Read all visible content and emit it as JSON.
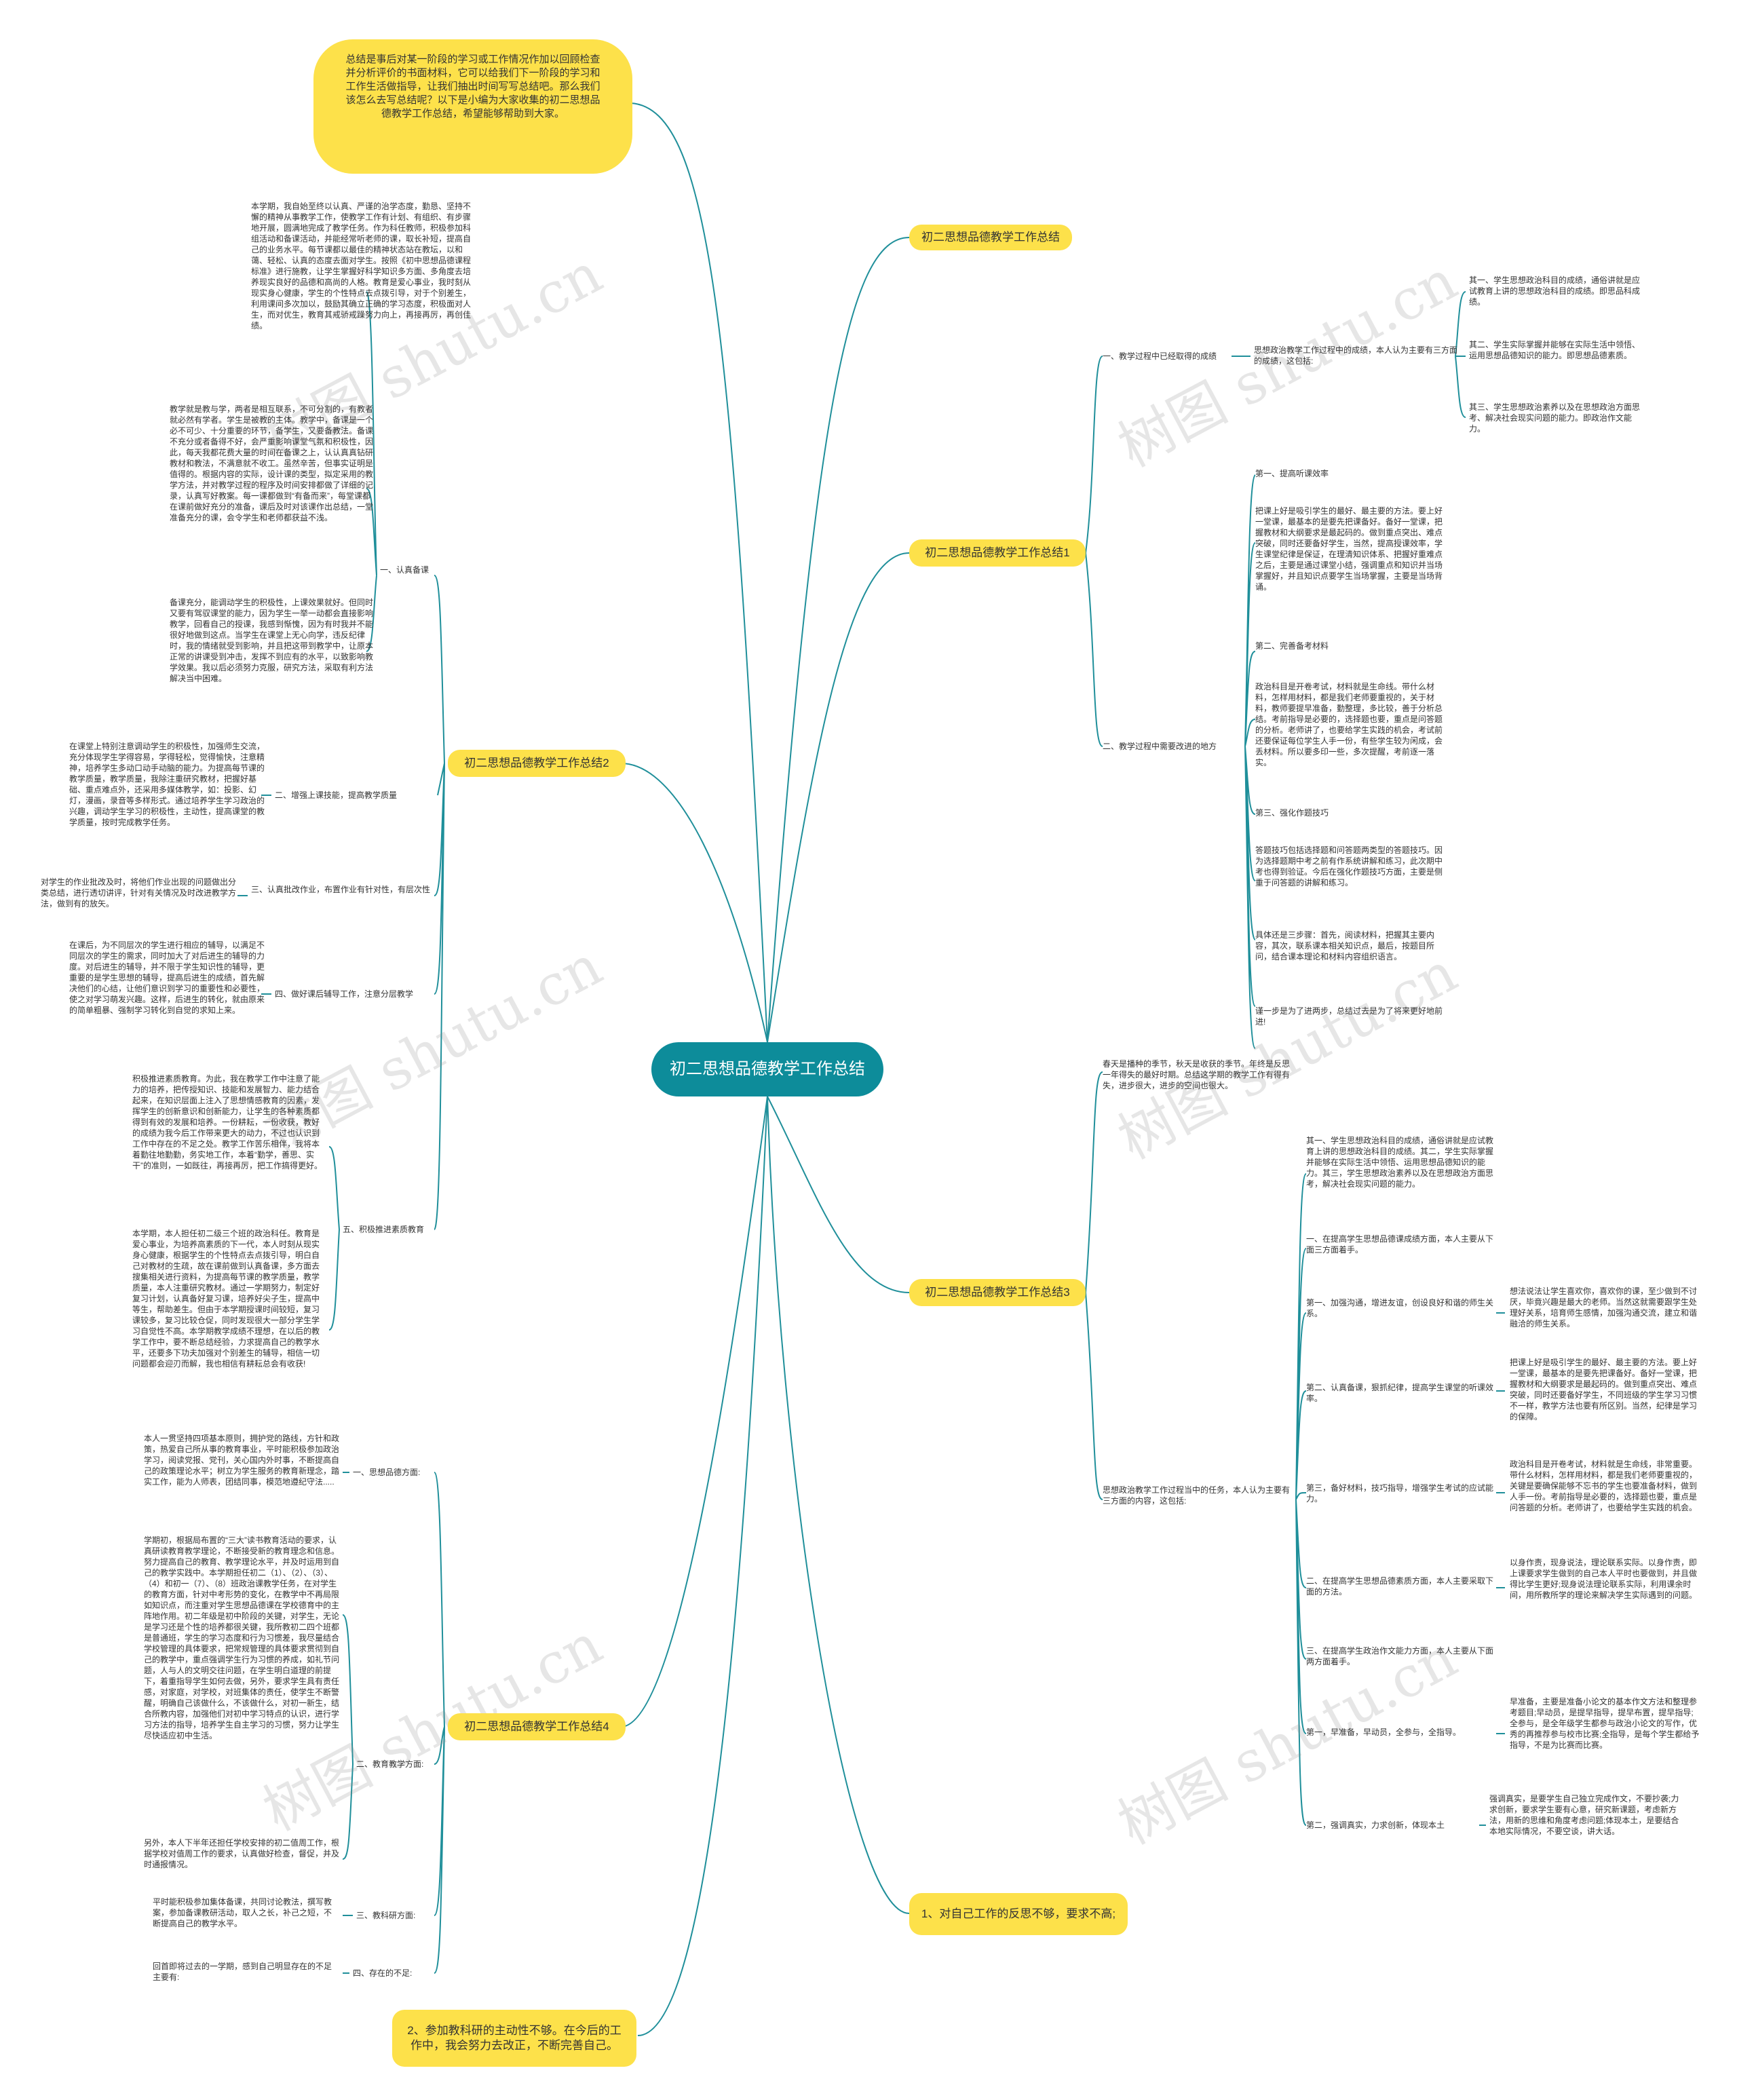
{
  "root": "初二思想品德教学工作总结",
  "intro": "总结是事后对某一阶段的学习或工作情况作加以回顾检查并分析评价的书面材料，它可以给我们下一阶段的学习和工作生活做指导，让我们抽出时间写写总结吧。那么我们该怎么去写总结呢？以下是小编为大家收集的初二思想品德教学工作总结，希望能够帮助到大家。",
  "watermark": "树图 shutu.cn",
  "branches": {
    "b0": "初二思想品德教学工作总结",
    "b1": "初二思想品德教学工作总结1",
    "b2": "初二思想品德教学工作总结2",
    "b3": "初二思想品德教学工作总结3",
    "b4": "初二思想品德教学工作总结4",
    "b5": "1、对自己工作的反思不够，要求不高;",
    "b6": "2、参加教科研的主动性不够。在今后的工作中，我会努力去改正，不断完善自己。"
  },
  "b1": {
    "s1": "一、教学过程中已经取得的成绩",
    "s1_text": "思想政治教学工作过程中的成绩，本人认为主要有三方面的成绩，这包括:",
    "s1_leaf1": "其一、学生思想政治科目的成绩，通俗讲就是应试教育上讲的思想政治科目的成绩。即思品科成绩。",
    "s1_leaf2": "其二、学生实际掌握并能够在实际生活中领悟、运用思想品德知识的能力。即思想品德素质。",
    "s1_leaf3": "其三、学生思想政治素养以及在思想政治方面思考、解决社会现实问题的能力。即政治作文能力。",
    "s2": "二、教学过程中需要改进的地方",
    "s2_i1": "第一、提高听课效率",
    "s2_i2": "把课上好是吸引学生的最好、最主要的方法。要上好一堂课，最基本的是要先把课备好。备好一堂课，把握教材和大纲要求是最起码的。做到重点突出、难点突破，同时还要备好学生，当然，提高授课效率，学生课堂纪律是保证，在理清知识体系、把握好重难点之后，主要是通过课堂小结，强调重点和知识并当场掌握好，并且知识点要学生当场掌握，主要是当场背诵。",
    "s2_i3": "第二、完善备考材料",
    "s2_i4": "政治科目是开卷考试，材料就是生命线。带什么材料，怎样用材料，都是我们老师要重视的，关于材料，教师要提早准备，勤整理，多比较，善于分析总结。考前指导是必要的，选择题也要，重点是问答题的分析。老师讲了，也要给学生实践的机会，考试前还要保证每位学生人手一份，有些学生较为闲成，会丢材料。所以要多印一些，多次提醒，考前逐一落实。",
    "s2_i5": "第三、强化作题技巧",
    "s2_i6": "答题技巧包括选择题和问答题两类型的答题技巧。因为选择题期中考之前有作系统讲解和练习，此次期中考也得到验证。今后在强化作题技巧方面，主要是侧重于问答题的讲解和练习。",
    "s2_i7": "具体还是三步骤：首先，阅读材料，把握其主要内容，其次，联系课本相关知识点，最后，按题目所问，结合课本理论和材料内容组织语言。",
    "s2_i8": "谨一步是为了进两步，总结过去是为了将来更好地前进!"
  },
  "b2": {
    "s1": "一、认真备课",
    "s1_t1": "本学期，我自始至终以认真、严谨的治学态度，勤恳、坚持不懈的精神从事教学工作，使教学工作有计划、有组织、有步骤地开展，圆满地完成了教学任务。作为科任教师，积极参加科组活动和备课活动，并能经常听老师的课，取长补短，提高自己的业务水平。每节课都以最佳的精神状态站在教坛，以和蔼、轻松、认真的态度去面对学生。按照《初中思想品德课程标准》进行施教，让学生掌握好科学知识多方面、多角度去培养现实良好的品德和高尚的人格。教育是爱心事业，我时刻从现实身心健康，学生的个性特点去点拨引导，对于个别差生，利用课间多次加以，鼓励其确立正确的学习态度，积极面对人生，而对优生，教育其戒骄戒躁努力向上，再接再厉，再创佳绩。",
    "s1_t2": "教学就是教与学，两者是相互联系，不可分割的，有教者就必然有学者。学生是被教的主体。教学中，备课是一个必不可少、十分重要的环节，备学生，又要备教法。备课不充分或者备得不好，会严重影响课堂气氛和积极性，因此，每天我都花费大量的时间在备课之上，认认真真钻研教材和教法，不满意就不收工。虽然辛苦，但事实证明是值得的。根据内容的实际，设计课的类型，拟定采用的教学方法，并对教学过程的程序及时间安排都做了详细的记录，认真写好教案。每一课都做到“有备而来”，每堂课都在课前做好充分的准备，课后及时对该课作出总结，一堂准备充分的课，会令学生和老师都获益不浅。",
    "s1_t3": "备课充分，能调动学生的积极性，上课效果就好。但同时又要有驾驭课堂的能力，因为学生一举一动都会直接影响教学，回看自己的授课，我感到惭愧，因为有时我并不能很好地做到这点。当学生在课堂上无心向学，违反纪律时，我的情绪就受到影响，并且把这带到教学中，让原本正常的讲课受到冲击，发挥不到应有的水平，以致影响教学效果。我以后必须努力克服，研究方法，采取有利方法解决当中困难。",
    "s2": "二、增强上课技能，提高教学质量",
    "s2_t": "在课堂上特别注意调动学生的积极性，加强师生交流，充分体现学生学得容易，学得轻松，觉得愉快，注意精神，培养学生多动口动手动脑的能力。为提高每节课的教学质量，教学质量，我除注重研究教材，把握好基础、重点难点外，还采用多媒体教学，如：投影、幻灯，漫画，录音等多样形式。通过培养学生学习政治的兴趣，调动学生学习的积极性，主动性，提高课堂的教学质量，按时完成教学任务。",
    "s3": "三、认真批改作业，布置作业有针对性，有层次性",
    "s3_t": "对学生的作业批改及时，将他们作业出现的问题做出分类总结，进行透切讲评，针对有关情况及时改进教学方法，做到有的放矢。",
    "s4": "四、做好课后辅导工作，注意分层教学",
    "s4_t": "在课后，为不同层次的学生进行相应的辅导，以满足不同层次的学生的需求，同时加大了对后进生的辅导的力度。对后进生的辅导，并不限于学生知识性的辅导，更重要的是学生思想的辅导，提高后进生的成绩，首先解决他们的心结，让他们意识到学习的重要性和必要性，使之对学习萌发兴趣。这样，后进生的转化，就由原来的简单粗暴、强制学习转化到自觉的求知上来。",
    "s5": "五、积极推进素质教育",
    "s5_t1": "积极推进素质教育。为此，我在教学工作中注意了能力的培养，把传授知识、技能和发展智力、能力结合起来，在知识层面上注入了思想情感教育的因素，发挥学生的创新意识和创新能力，让学生的各种素质都得到有效的发展和培养。一份耕耘，一份收获，教好的成绩为我今后工作带来更大的动力，不过也认识到工作中存在的不足之处。教学工作苦乐相伴，我将本着勤往地勤勤，务实地工作，本着“勤学，善思、实干”的准则，一如既往，再接再厉，把工作搞得更好。",
    "s5_t2": "本学期，本人担任初二级三个班的政治科任。教育是爱心事业，为培养高素质的下一代，本人时刻从现实身心健康，根据学生的个性特点去点拨引导，明白自己对教材的生疏，故在课前做到认真备课，多方面去搜集相关进行资料，为提高每节课的教学质量，教学质量，本人注重研究教材。通过一学期努力，制定好复习计划，认真备好复习课，培养好尖子生，提高中等生，帮助差生。但由于本学期授课时间较短，复习课较多，复习比较仓促，同时发现很大一部分学生学习自觉性不高。本学期教学成绩不理想，在以后的教学工作中，要不断总结经验，力求提高自己的教学水平，还要多下功夫加强对个别差生的辅导，相信一切问题都会迎刃而解，我也相信有耕耘总会有收获!"
  },
  "b3": {
    "t0": "春天是播种的季节，秋天是收获的季节。年终是反思一年得失的最好时期。总结这学期的教学工作有得有失，进步很大，进步的空间也很大。",
    "s1": "思想政治教学工作过程当中的任务，本人认为主要有三方面的内容，这包括:",
    "t1": "其一、学生思想政治科目的成绩，通俗讲就是应试教育上讲的思想政治科目的成绩。其二，学生实际掌握并能够在实际生活中领悟、运用思想品德知识的能力。其三，学生思想政治素养以及在思想政治方面思考，解决社会现实问题的能力。",
    "t2": "一、在提高学生思想品德课成绩方面，本人主要从下面三方面着手。",
    "l1": "第一、加强沟通，增进友谊，创设良好和谐的师生关系。",
    "l1_t": "想法说法让学生喜欢你，喜欢你的课，至少做到不讨厌，毕竟兴趣是最大的老师。当然这就需要跟学生处理好关系，培育师生感情，加强沟通交流，建立和谐融洽的师生关系。",
    "l2": "第二、认真备课，狠抓纪律，提高学生课堂的听课效率。",
    "l2_t": "把课上好是吸引学生的最好、最主要的方法。要上好一堂课，最基本的是要先把课备好。备好一堂课，把握教材和大纲要求是最起码的。做到重点突出、难点突破，同时还要备好学生，不同班级的学生学习习惯不一样，教学方法也要有所区别。当然，纪律是学习的保障。",
    "l3": "第三，备好材料，技巧指导，增强学生考试的应试能力。",
    "l3_t": "政治科目是开卷考试，材料就是生命线，非常重要。带什么材料，怎样用材料，都是我们老师要重视的，关键是要确保能够不忘书的学生也要准备材料，做到人手一份。考前指导是必要的，选择题也要，重点是问答题的分析。老师讲了，也要给学生实践的机会。",
    "t3": "二、在提高学生思想品德素质方面，本人主要采取下面的方法。",
    "t3_t": "以身作责，现身说法，理论联系实际。以身作责，即上课要求学生做到的自己本人平时也要做到，并且做得比学生更好;现身说法理论联系实际，利用课余时间，用所教所学的理论来解决学生实际遇到的问题。",
    "t4": "三、在提高学生政治作文能力方面，本人主要从下面两方面着手。",
    "m1": "第一，早准备，早动员，全参与，全指导。",
    "m1_t": "早准备，主要是准备小论文的基本作文方法和整理参考题目;早动员，是提早指导，提早布置，提早指导;全参与，是全年级学生都参与政治小论文的写作，优秀的再推荐参与校市比赛;全指导，是每个学生都给予指导，不是为比赛而比赛。",
    "m2": "第二，强调真实，力求创新，体现本土",
    "m2_t": "强调真实，是要学生自己独立完成作文，不要抄袭;力求创新，要求学生要有心意，研究新课题，考虑新方法，用新的思维和角度考虑问题;体现本土，是要结合本地实际情况，不要空谈，讲大话。"
  },
  "b4": {
    "s1": "一、思想品德方面:",
    "s1_t": "本人一贯坚持四项基本原则，拥护党的路线，方针和政策，热爱自己所从事的教育事业，平时能积极参加政治学习，阅读党报、党刊，关心国内外时事，不断提高自己的政策理论水平；树立为学生服务的教育新理念，踏实工作，能为人师表，团结同事，模范地遵纪守法.....",
    "s2": "二、教育教学方面:",
    "s2_t1": "学期初，根据局布置的“三大”读书教育活动的要求，认真研读教育教学理论，不断接受新的教育理念和信息。努力提高自己的教育、教学理论水平，并及时运用到自己的教学实践中。本学期担任初二（1）、（2）、（3）、（4）和初一（7）、（8）班政治课教学任务，在对学生的教育方面，针对中考形势的变化，在教学中不再局限如知识点，而注重对学生思想品德课在学校德育中的主阵地作用。初二年级是初中阶段的关键，对学生，无论是学习还是个性的培养都很关键，我所教初二四个班都是普通班，学生的学习态度和行为习惯差，我尽量结合学校管理的具体要求，把常规管理的具体要求贯彻到自己的教学中，重点强调学生行为习惯的养成，如礼节问题，人与人的文明交往问题，在学生明白道理的前提下，着重指导学生如何去做，另外，要求学生具有责任感，对家庭，对学校，对班集体的责任，使学生不断警醒，明确自己该做什么，不该做什么，对初一新生，结合所教内容，加强他们对初中学习特点的认识，进行学习方法的指导，培养学生自主学习的习惯，努力让学生尽快适应初中生活。",
    "s2_t2": "另外，本人下半年还担任学校安排的初二值周工作，根据学校对值周工作的要求，认真做好检查，督促，并及时通报情况。",
    "s3": "三、教科研方面:",
    "s3_t": "平时能积极参加集体备课，共同讨论教法，撰写教案，参加备课教研活动，取人之长，补己之短，不断提高自己的教学水平。",
    "s4": "四、存在的不足:",
    "s4_t": "回首即将过去的一学期，感到自己明显存在的不足主要有:"
  }
}
